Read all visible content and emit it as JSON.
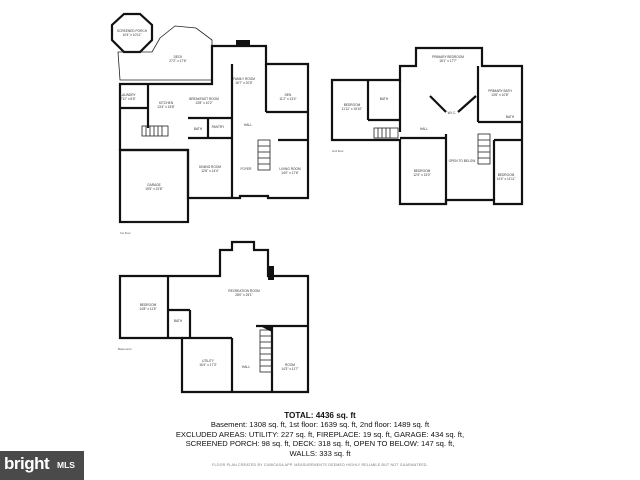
{
  "floors": {
    "first": {
      "label": "1st floor",
      "rooms": {
        "screened_porch": "SCREENED PORCH\n10'4\" x 10'11\"",
        "deck": "DECK\n27'2\" x 17'6\"",
        "family_room": "FAMILY ROOM\n16'7\" x 20'5\"",
        "laundry": "LAUNDRY\n7'11\" x 8'6\"",
        "kitchen": "KITCHEN\n13'4\" x 15'8\"",
        "breakfast_room": "BREAKFAST ROOM\n13'8\" x 10'2\"",
        "den": "DEN\n11'2\" x 13'4\"",
        "hall": "HALL",
        "bath": "BATH",
        "pantry": "PANTRY",
        "dining_room": "DINING ROOM\n12'6\" x 14'4\"",
        "foyer": "FOYER",
        "living_room": "LIVING ROOM\n14'0\" x 17'6\"",
        "garage": "GARAGE\n19'5\" x 22'8\""
      }
    },
    "second": {
      "label": "2nd floor",
      "rooms": {
        "primary_bedroom": "PRIMARY BEDROOM\n18'1\" x 17'7\"",
        "bedroom_left": "BEDROOM\n11'11\" x 15'10\"",
        "bath_left": "BATH",
        "walk_in": "W.I.C.",
        "primary_bath": "PRIMARY BATH\n13'6\" x 10'8\"",
        "bath_right": "BATH",
        "hall": "HALL",
        "bedroom_middle": "BEDROOM\n12'4\" x 15'0\"",
        "open_to_below": "OPEN TO BELOW",
        "bedroom_right": "BEDROOM\n14'4\" x 11'11\""
      }
    },
    "basement": {
      "label": "Basement",
      "rooms": {
        "bedroom": "BEDROOM\n14'8\" x 11'5\"",
        "recreation_room": "RECREATION ROOM\n28'0\" x 25'1\"",
        "bath": "BATH",
        "utility": "UTILITY\n16'4\" x 17'3\"",
        "hall": "HALL",
        "room": "ROOM\n14'3\" x 11'7\""
      }
    }
  },
  "summary": {
    "total": "TOTAL: 4436 sq. ft",
    "line1": "Basement: 1308 sq. ft, 1st floor: 1639 sq. ft, 2nd floor: 1489 sq. ft",
    "line2": "EXCLUDED AREAS: UTILITY: 227 sq. ft, FIREPLACE: 19 sq. ft, GARAGE: 434 sq. ft,",
    "line3": "SCREENED PORCH: 98 sq. ft, DECK: 318 sq. ft, OPEN TO BELOW: 147 sq. ft,",
    "line4": "WALLS: 333 sq. ft"
  },
  "disclaimer": "FLOOR PLAN CREATED BY CUBICASA APP. MEASUREMENTS DEEMED HIGHLY RELIABLE BUT NOT GUARANTEED.",
  "logo": {
    "brand": "bright",
    "suffix": "MLS",
    "background": "#4a4a4a"
  }
}
